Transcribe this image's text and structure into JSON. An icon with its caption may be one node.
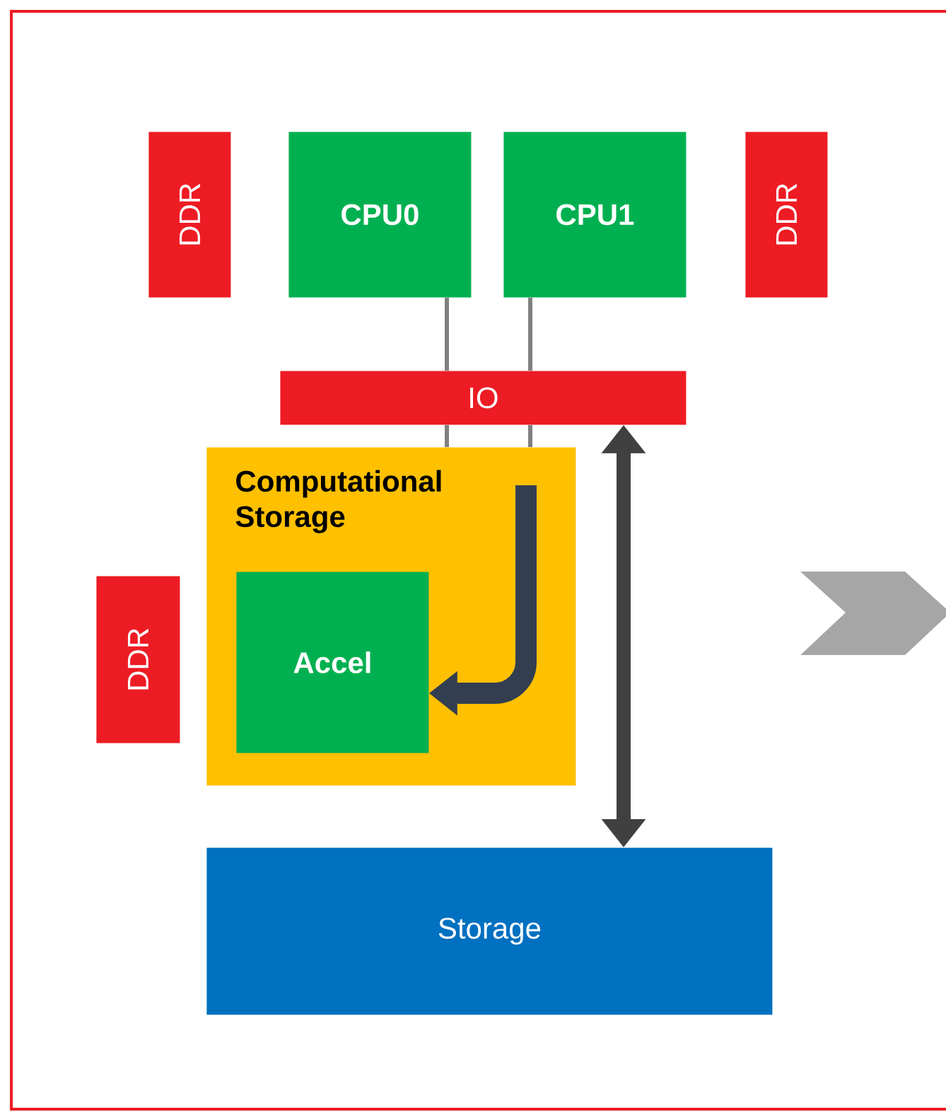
{
  "diagram": {
    "nodes": [
      {
        "text": [
          "DDR"
        ]
      },
      {
        "text": [
          "CPU0"
        ]
      },
      {
        "text": [
          "CPU1"
        ]
      },
      {
        "text": [
          "DDR"
        ]
      },
      {
        "text": [
          "IO"
        ]
      },
      {
        "text": [
          "Computational Storage"
        ]
      },
      {
        "text": [
          "Accel"
        ],
        "in": 5
      },
      {
        "text": [
          "DDR"
        ]
      },
      {
        "text": [
          "Storage"
        ]
      }
    ],
    "edges": [
      {
        "from": 1,
        "to": 4,
        "arrow": "none"
      },
      {
        "from": 2,
        "to": 4,
        "arrow": "none"
      },
      {
        "from": 4,
        "to": 5,
        "arrow": "none"
      },
      {
        "from": 4,
        "to": 5,
        "arrow": "none"
      },
      {
        "from": 4,
        "to": 8,
        "arrow": "both",
        "style": "thick",
        "color": "#404040"
      },
      {
        "from": null,
        "to": 6,
        "arrow": "to",
        "style": "thick",
        "color": "#333f50"
      }
    ]
  }
}
